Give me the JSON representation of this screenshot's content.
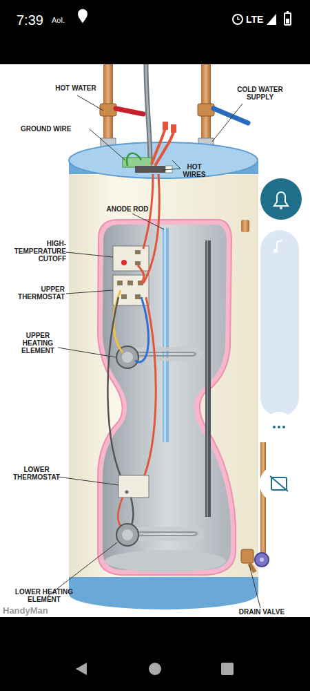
{
  "diagram": {
    "labels": [
      "7:39",
      "Aol.",
      "LTE",
      "HOT WATER",
      "COLD WATER SUPPLY",
      "GROUND WIRE",
      "HOT WIRES",
      "ANODE ROD",
      "HIGH-TEMPERATURE CUTOFF",
      "UPPER THERMOSTAT",
      "UPPER HEATING ELEMENT",
      "LOWER THERMOSTAT",
      "LOWER HEATING ELEMENT",
      "DRAIN VALVE",
      "HandyMan"
    ]
  }
}
